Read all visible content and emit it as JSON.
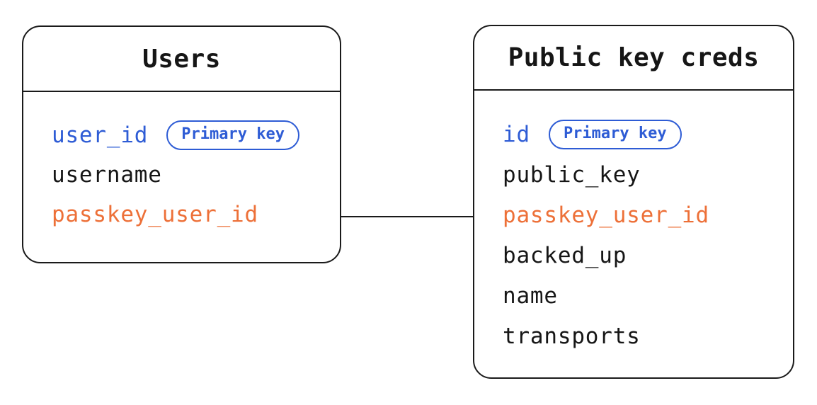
{
  "diagram": {
    "tables": [
      {
        "title": "Users",
        "fields": [
          {
            "name": "user_id",
            "role": "primary",
            "badge": "Primary key"
          },
          {
            "name": "username",
            "role": "normal"
          },
          {
            "name": "passkey_user_id",
            "role": "foreign"
          }
        ]
      },
      {
        "title": "Public key creds",
        "fields": [
          {
            "name": "id",
            "role": "primary",
            "badge": "Primary key"
          },
          {
            "name": "public_key",
            "role": "normal"
          },
          {
            "name": "passkey_user_id",
            "role": "foreign"
          },
          {
            "name": "backed_up",
            "role": "normal"
          },
          {
            "name": "name",
            "role": "normal"
          },
          {
            "name": "transports",
            "role": "normal"
          }
        ]
      }
    ],
    "relationship": {
      "from": "Users.passkey_user_id",
      "to": "Public key creds.passkey_user_id"
    },
    "colors": {
      "primary_key_blue": "#2e5cd5",
      "foreign_key_orange": "#ed7038",
      "line_black": "#1a1a1a",
      "background": "#ffffff"
    }
  }
}
